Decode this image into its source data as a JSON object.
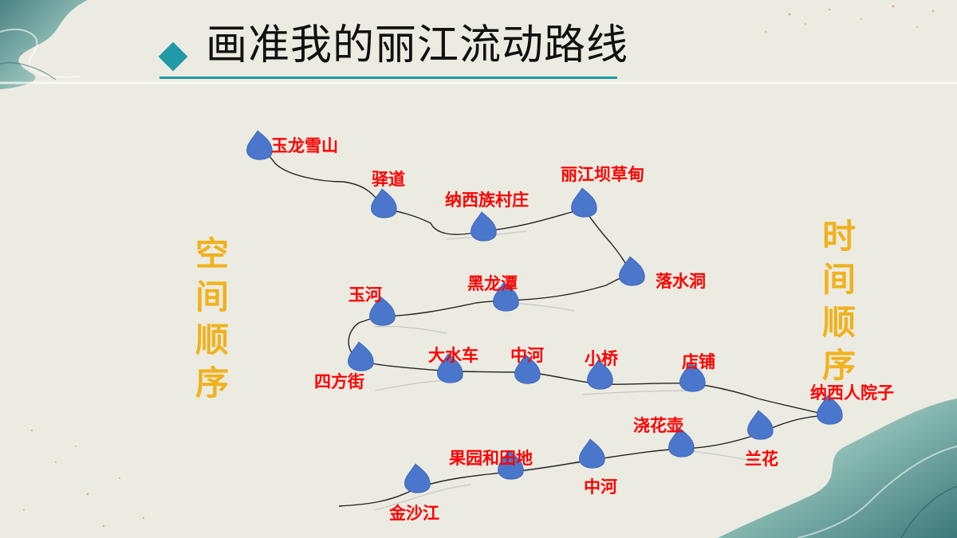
{
  "title": "画准我的丽江流动路线",
  "spatial_label": "空间顺序",
  "temporal_label": "时间顺序",
  "colors": {
    "accent": "#1f9aa6",
    "drop": "#4a77cc",
    "label": "#ff0000",
    "side_label": "#f0b21c",
    "line": "#222222"
  },
  "stops": [
    {
      "id": "jinshajiang",
      "label": "金沙江"
    },
    {
      "id": "guoyuan",
      "label": "果园和田地"
    },
    {
      "id": "zhonghe-lower",
      "label": "中河"
    },
    {
      "id": "jiaohuahu",
      "label": "浇花壶"
    },
    {
      "id": "lanhua",
      "label": "兰花"
    },
    {
      "id": "naxi-yuanzi",
      "label": "纳西人院子"
    },
    {
      "id": "dianpu",
      "label": "店铺"
    },
    {
      "id": "xiaoqiao",
      "label": "小桥"
    },
    {
      "id": "zhonghe-upper",
      "label": "中河"
    },
    {
      "id": "dashuiche",
      "label": "大水车"
    },
    {
      "id": "sifangjie",
      "label": "四方街"
    },
    {
      "id": "yuhe",
      "label": "玉河"
    },
    {
      "id": "heilongtan",
      "label": "黑龙潭"
    },
    {
      "id": "luoshuidong",
      "label": "落水洞"
    },
    {
      "id": "lijiangba",
      "label": "丽江坝草甸"
    },
    {
      "id": "naxi-cunzhuang",
      "label": "纳西族村庄"
    },
    {
      "id": "yidao",
      "label": "驿道"
    },
    {
      "id": "yulong",
      "label": "玉龙雪山"
    }
  ]
}
